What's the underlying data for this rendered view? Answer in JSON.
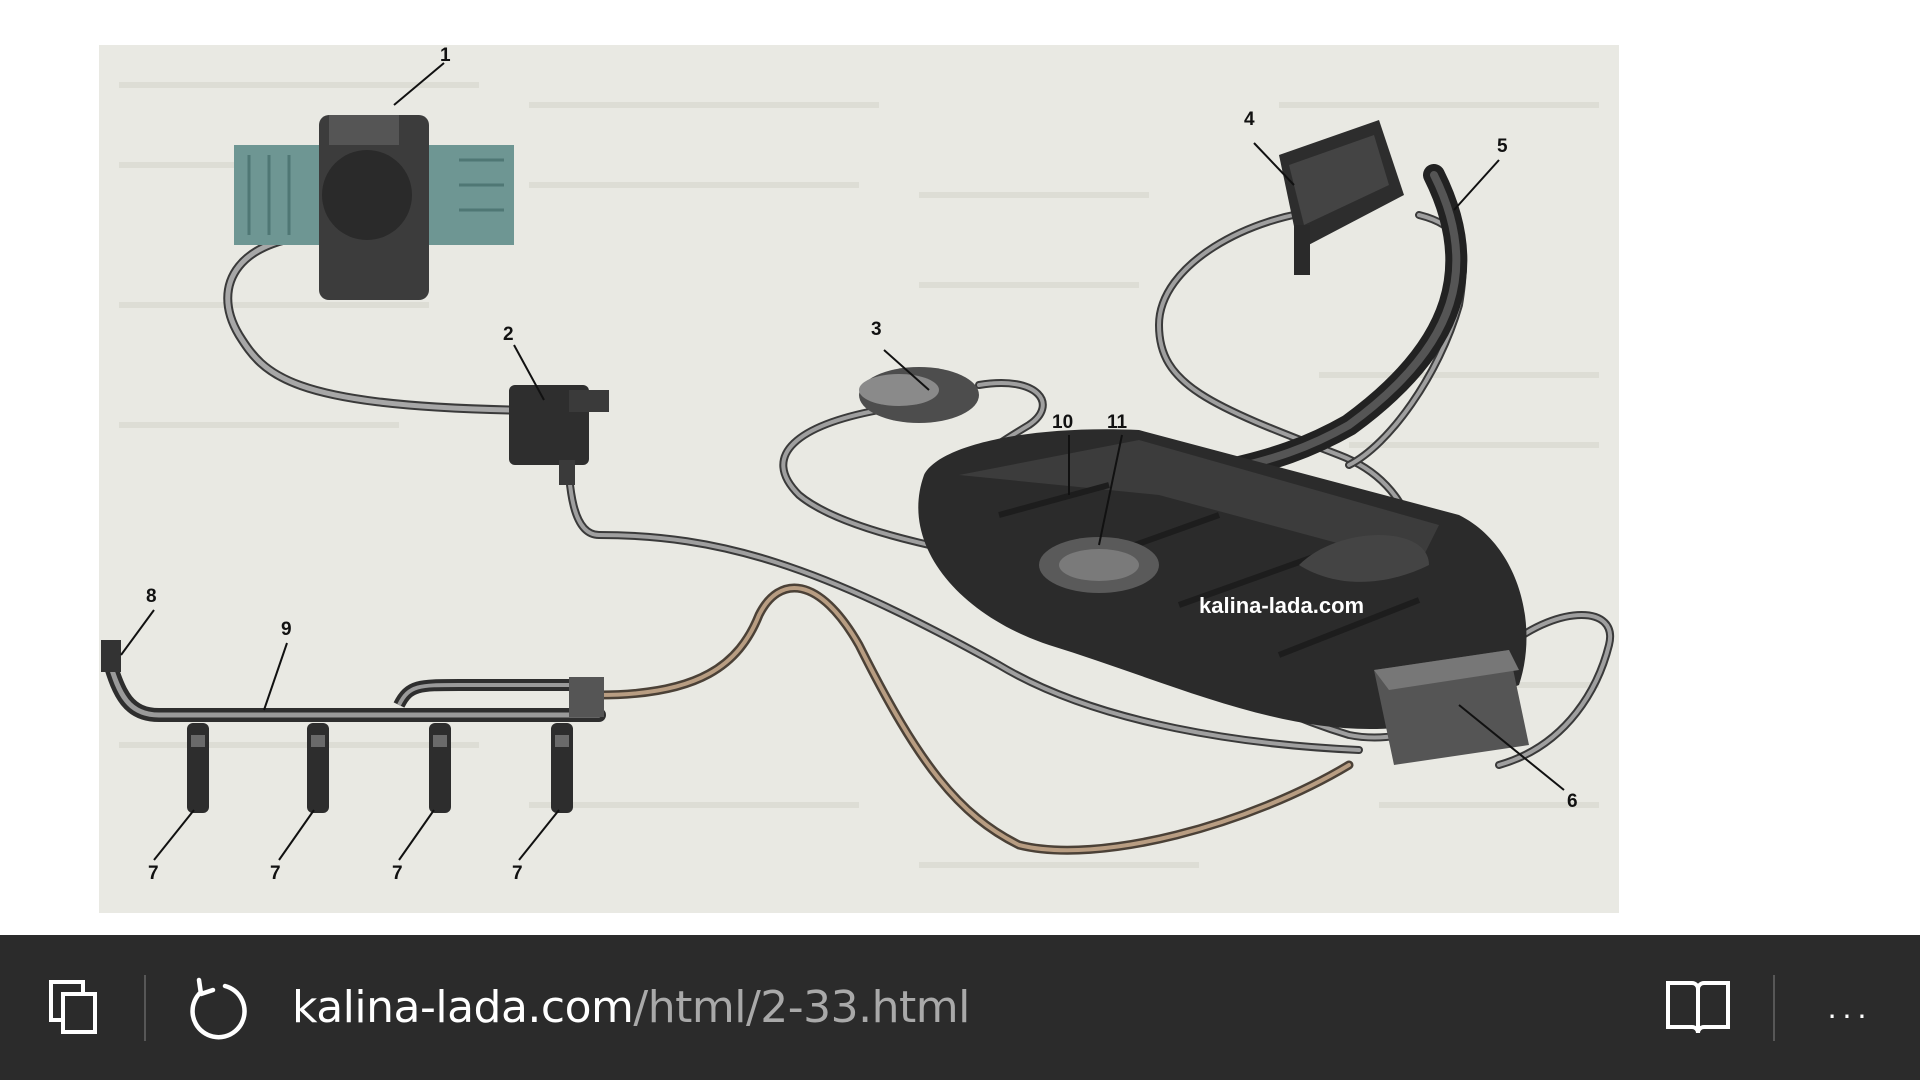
{
  "diagram": {
    "callouts": [
      "1",
      "2",
      "3",
      "4",
      "5",
      "6",
      "7",
      "7",
      "7",
      "7",
      "8",
      "9",
      "10",
      "11"
    ],
    "watermark": "kalina-lada.com"
  },
  "browser_bar": {
    "url_domain": "kalina-lada.com",
    "url_path": "/html/2-33.html",
    "icons": [
      "tabs-icon",
      "refresh-icon",
      "reading-view-icon",
      "more-icon"
    ],
    "more_label": "..."
  },
  "colors": {
    "bar_background": "#2b2b2b",
    "url_domain": "#ffffff",
    "url_path": "#a9a9a9"
  }
}
